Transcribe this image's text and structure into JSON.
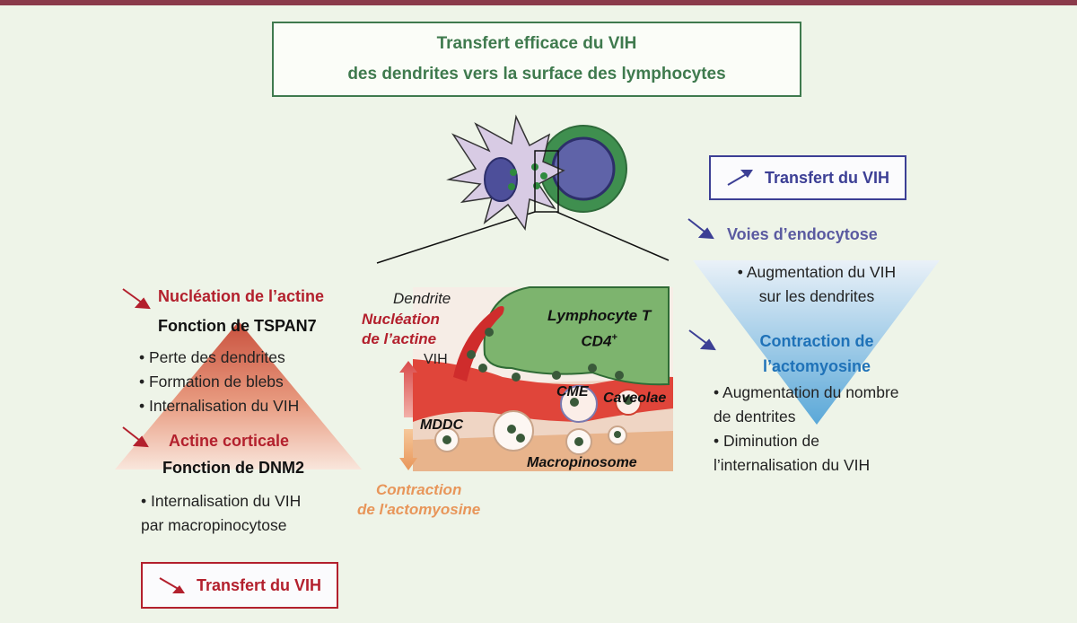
{
  "title": {
    "line1": "Transfert efficace du VIH",
    "line2": "des dendrites vers la surface des  lymphocytes"
  },
  "left": {
    "actin_nucleation": "Nucléation de l’actine",
    "tspan7_function": "Fonction de TSPAN7",
    "tspan7_effects": [
      "• Perte des dendrites",
      "• Formation de blebs",
      "• Internalisation du VIH"
    ],
    "cortical_actin": "Actine corticale",
    "dnm2_function": "Fonction de DNM2",
    "dnm2_effects": [
      "• Internalisation du VIH",
      "par macropinocytose"
    ],
    "transfer_box": "Transfert du VIH"
  },
  "right": {
    "transfer_box": "Transfert du VIH",
    "endocytosis": "Voies d’endocytose",
    "endocytosis_effects": [
      "• Augmentation du VIH",
      "sur les dendrites"
    ],
    "actomyosin_line1": "Contraction de",
    "actomyosin_line2": "l’actomyosine",
    "actomyosin_effects": [
      "• Augmentation du nombre",
      "de dentrites",
      "• Diminution de",
      "l’internalisation du VIH"
    ]
  },
  "diagram": {
    "dendrite": "Dendrite",
    "nucleation_line1": "Nucléation",
    "nucleation_line2": "de l’actine",
    "vih": "VIH",
    "lymphocyte_line1": "Lymphocyte T",
    "lymphocyte_line2": "CD4",
    "lymphocyte_sup": "+",
    "cme": "CME",
    "caveolae": "Caveolae",
    "mddc": "MDDC",
    "macropinosome": "Macropinosome",
    "contraction_line1": "Contraction",
    "contraction_line2": "de l'actomyosine"
  },
  "colors": {
    "title_green": "#3f7a4e",
    "red": "#b3202d",
    "blue": "#3c3f95",
    "cyan_blue": "#1f72b8",
    "orange": "#e8965a"
  }
}
